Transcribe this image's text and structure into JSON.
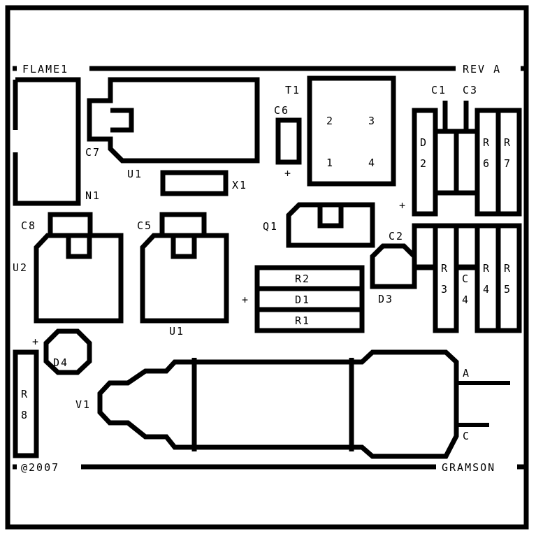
{
  "board": {
    "name": "FLAME1",
    "revision": "REV A",
    "copyright": "@2007",
    "author": "GRAMSON"
  },
  "labels": {
    "n1": "N1",
    "c7": "C7",
    "u1_top": "U1",
    "x1": "X1",
    "t1": "T1",
    "c6": "C6",
    "c6_plus": "+",
    "t1_pin2": "2",
    "t1_pin3": "3",
    "t1_pin1": "1",
    "t1_pin4": "4",
    "c1": "C1",
    "c3": "C3",
    "d2_d": "D",
    "d2_2": "2",
    "d2_plus": "+",
    "r6_r": "R",
    "r6_6": "6",
    "r7_r": "R",
    "r7_7": "7",
    "c8": "C8",
    "u2": "U2",
    "c5": "C5",
    "u1_bottom": "U1",
    "q1": "Q1",
    "c2": "C2",
    "d3": "D3",
    "r2": "R2",
    "d1": "D1",
    "r1": "R1",
    "res_plus": "+",
    "r3_r": "R",
    "r3_3": "3",
    "c4_c": "C",
    "c4_4": "4",
    "r4_r": "R",
    "r4_4": "4",
    "r5_r": "R",
    "r5_5": "5",
    "d4": "D4",
    "d4_plus": "+",
    "r8_r": "R",
    "r8_8": "8",
    "v1": "V1",
    "v1_a": "A",
    "v1_c": "C"
  }
}
